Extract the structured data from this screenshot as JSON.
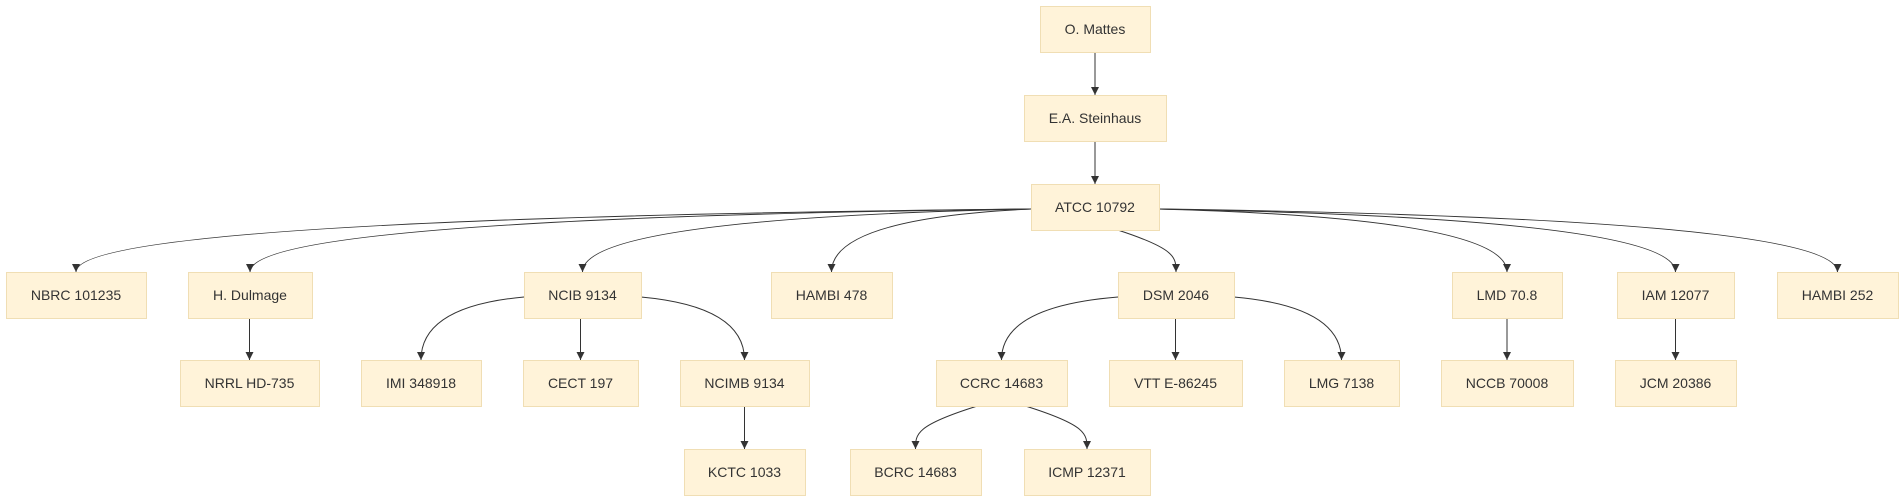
{
  "diagram": {
    "type": "tree",
    "colors": {
      "node_fill": "#fff3d9",
      "node_border": "#f0deb4",
      "edge": "#333333",
      "text": "#333333"
    },
    "nodes": [
      {
        "id": "n_mattes",
        "label": "O. Mattes"
      },
      {
        "id": "n_steinhaus",
        "label": "E.A. Steinhaus"
      },
      {
        "id": "n_atcc",
        "label": "ATCC 10792"
      },
      {
        "id": "n_nbrc",
        "label": "NBRC 101235"
      },
      {
        "id": "n_dulmage",
        "label": "H. Dulmage"
      },
      {
        "id": "n_ncib",
        "label": "NCIB 9134"
      },
      {
        "id": "n_hambi478",
        "label": "HAMBI 478"
      },
      {
        "id": "n_dsm",
        "label": "DSM 2046"
      },
      {
        "id": "n_lmd",
        "label": "LMD 70.8"
      },
      {
        "id": "n_iam",
        "label": "IAM 12077"
      },
      {
        "id": "n_hambi252",
        "label": "HAMBI 252"
      },
      {
        "id": "n_nrrl",
        "label": "NRRL HD-735"
      },
      {
        "id": "n_imi",
        "label": "IMI 348918"
      },
      {
        "id": "n_cect",
        "label": "CECT 197"
      },
      {
        "id": "n_ncimb",
        "label": "NCIMB 9134"
      },
      {
        "id": "n_ccrc",
        "label": "CCRC 14683"
      },
      {
        "id": "n_vtt",
        "label": "VTT E-86245"
      },
      {
        "id": "n_lmg",
        "label": "LMG 7138"
      },
      {
        "id": "n_nccb",
        "label": "NCCB 70008"
      },
      {
        "id": "n_jcm",
        "label": "JCM 20386"
      },
      {
        "id": "n_kctc",
        "label": "KCTC 1033"
      },
      {
        "id": "n_bcrc",
        "label": "BCRC 14683"
      },
      {
        "id": "n_icmp",
        "label": "ICMP 12371"
      }
    ],
    "edges": [
      {
        "from": "n_mattes",
        "to": "n_steinhaus"
      },
      {
        "from": "n_steinhaus",
        "to": "n_atcc"
      },
      {
        "from": "n_atcc",
        "to": "n_nbrc"
      },
      {
        "from": "n_atcc",
        "to": "n_dulmage"
      },
      {
        "from": "n_atcc",
        "to": "n_ncib"
      },
      {
        "from": "n_atcc",
        "to": "n_hambi478"
      },
      {
        "from": "n_atcc",
        "to": "n_dsm"
      },
      {
        "from": "n_atcc",
        "to": "n_lmd"
      },
      {
        "from": "n_atcc",
        "to": "n_iam"
      },
      {
        "from": "n_atcc",
        "to": "n_hambi252"
      },
      {
        "from": "n_dulmage",
        "to": "n_nrrl"
      },
      {
        "from": "n_ncib",
        "to": "n_imi"
      },
      {
        "from": "n_ncib",
        "to": "n_cect"
      },
      {
        "from": "n_ncib",
        "to": "n_ncimb"
      },
      {
        "from": "n_ncimb",
        "to": "n_kctc"
      },
      {
        "from": "n_dsm",
        "to": "n_ccrc"
      },
      {
        "from": "n_dsm",
        "to": "n_vtt"
      },
      {
        "from": "n_dsm",
        "to": "n_lmg"
      },
      {
        "from": "n_ccrc",
        "to": "n_bcrc"
      },
      {
        "from": "n_ccrc",
        "to": "n_icmp"
      },
      {
        "from": "n_lmd",
        "to": "n_nccb"
      },
      {
        "from": "n_iam",
        "to": "n_jcm"
      }
    ]
  }
}
